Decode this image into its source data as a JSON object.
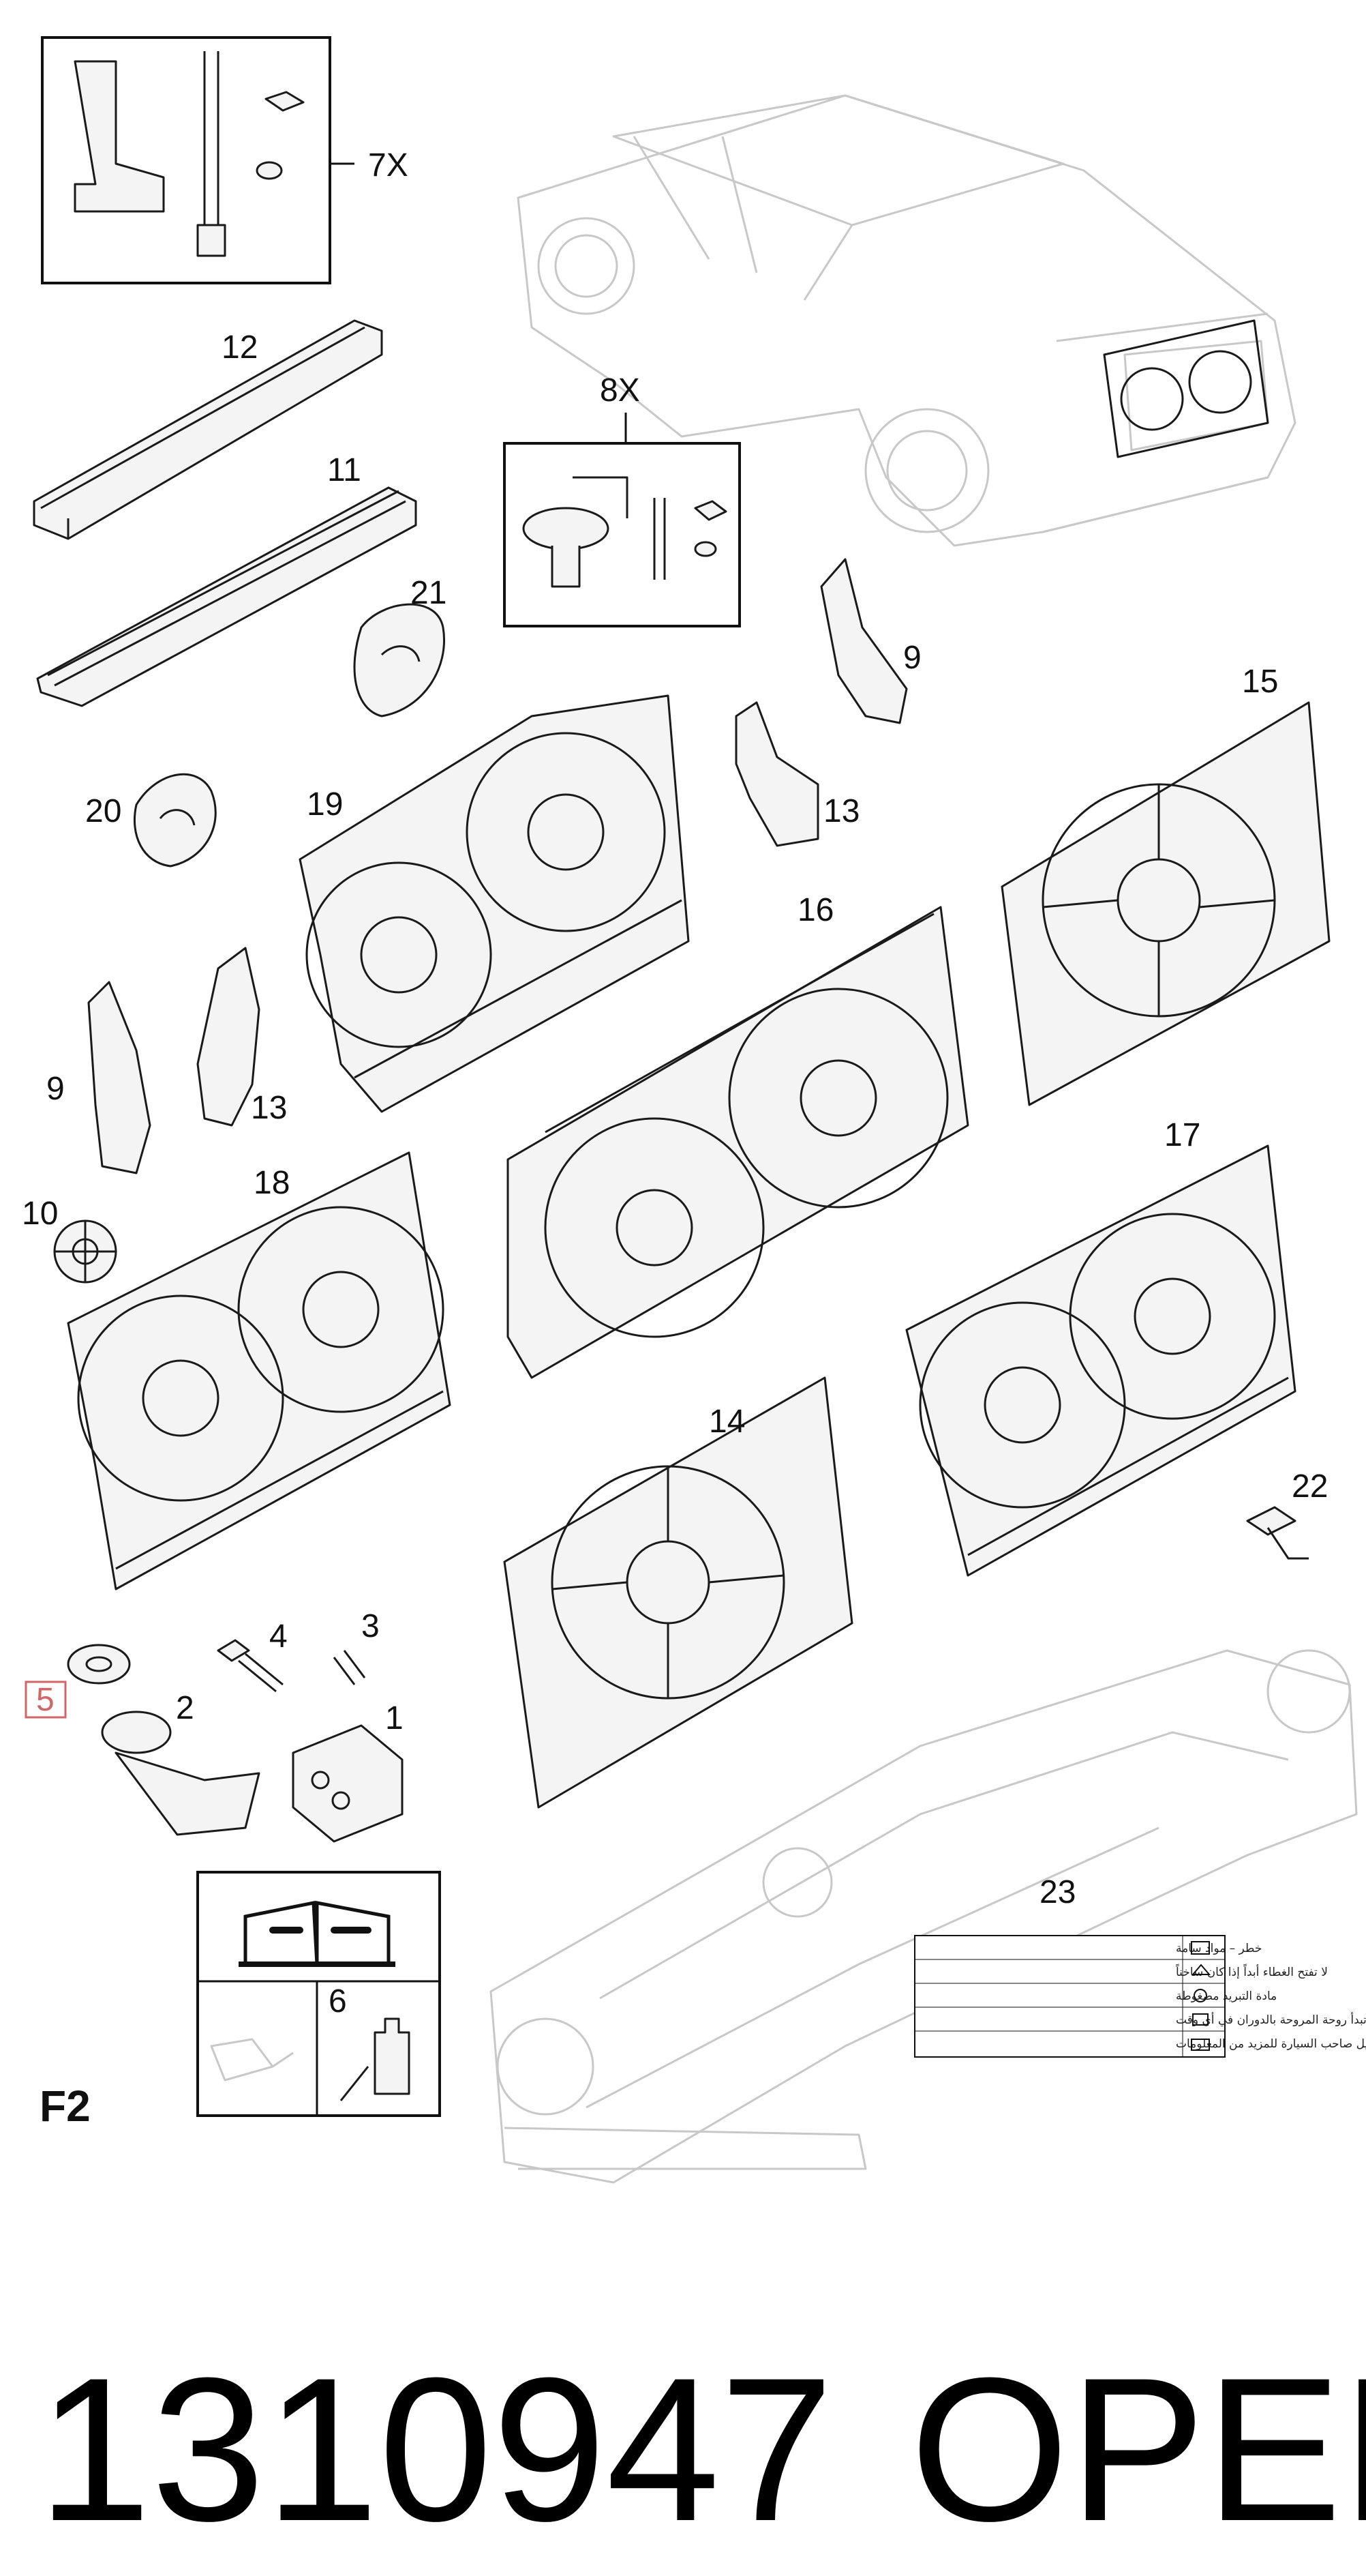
{
  "kit_7x": {
    "label": "7X"
  },
  "kit_8x": {
    "label": "8X"
  },
  "labels": {
    "p1": "1",
    "p2": "2",
    "p3": "3",
    "p4": "4",
    "p5": "5",
    "p6": "6",
    "p9a": "9",
    "p9b": "9",
    "p10": "10",
    "p11": "11",
    "p12": "12",
    "p13a": "13",
    "p13b": "13",
    "p14": "14",
    "p15": "15",
    "p16": "16",
    "p17": "17",
    "p18": "18",
    "p19": "19",
    "p20": "20",
    "p21": "21",
    "p22": "22",
    "p23": "23"
  },
  "section_code": "F2",
  "warning_label": {
    "lines": [
      "خطر – مواد سامة",
      "لا تفتح الغطاء أبداً إذا كان ساخناً",
      "مادة التبريد مضغوطة",
      "يمكن أن تبدأ روحة المروحة بالدوران في أي وقت",
      "راجع دليل صاحب السيارة للمزيد من المعلومات"
    ]
  },
  "footer": {
    "part_number": "1310947",
    "brand": "OPEL"
  }
}
